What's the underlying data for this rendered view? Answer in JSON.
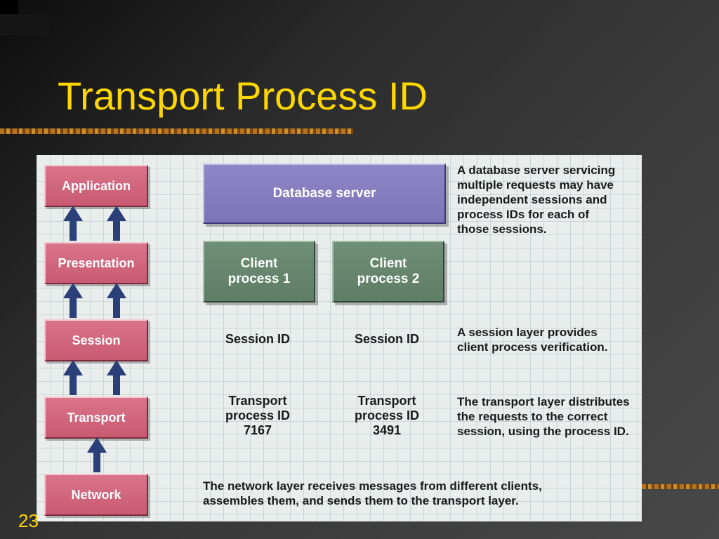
{
  "slide": {
    "title": "Transport Process ID",
    "number": "23"
  },
  "diagram": {
    "layers": [
      "Application",
      "Presentation",
      "Session",
      "Transport",
      "Network"
    ],
    "database_server": "Database server",
    "client_1": "Client process 1",
    "client_2": "Client process 2",
    "session_id_1": "Session ID",
    "session_id_2": "Session ID",
    "transport_1": "Transport process ID 7167",
    "transport_2": "Transport process ID 3491",
    "notes": {
      "database": "A database server servicing multiple requests may have independent sessions and process IDs for each of those sessions.",
      "session": "A session layer provides client process verification.",
      "transport": "The transport layer distributes the requests to the correct session, using the process ID.",
      "network": "The network layer receives messages from different clients, assembles them, and sends them to the transport layer."
    }
  },
  "colors": {
    "title": "#ffd700",
    "layer_box": "#c85a72",
    "database_box": "#7d74b7",
    "client_box": "#5f7d66",
    "arrow": "#2b3f78"
  }
}
